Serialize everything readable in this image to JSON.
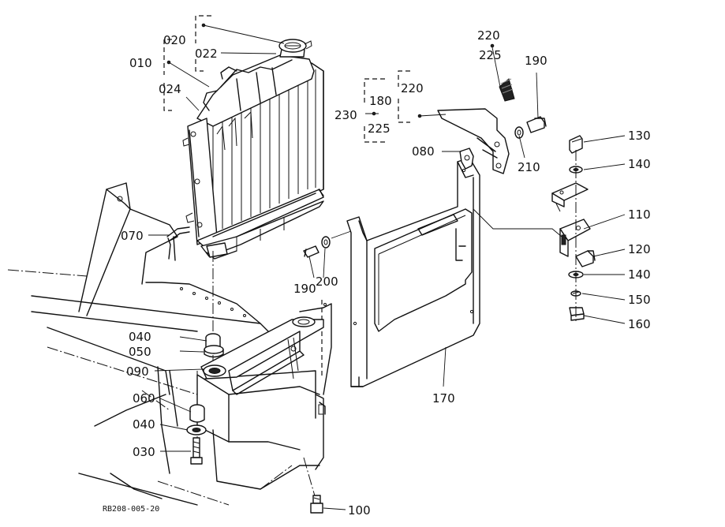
{
  "drawing_code": "RB208-005-20",
  "labels": {
    "p010": "010",
    "p020": "020",
    "p022": "022",
    "p024": "024",
    "p030": "030",
    "p040a": "040",
    "p040b": "040",
    "p050": "050",
    "p060": "060",
    "p070": "070",
    "p080": "080",
    "p090": "090",
    "p100": "100",
    "p110": "110",
    "p120": "120",
    "p130": "130",
    "p140a": "140",
    "p140b": "140",
    "p150": "150",
    "p160": "160",
    "p170": "170",
    "p180": "180",
    "p190a": "190",
    "p190b": "190",
    "p200": "200",
    "p210": "210",
    "p220a": "220",
    "p220b": "220",
    "p225a": "225",
    "p225b": "225",
    "p230": "230"
  }
}
